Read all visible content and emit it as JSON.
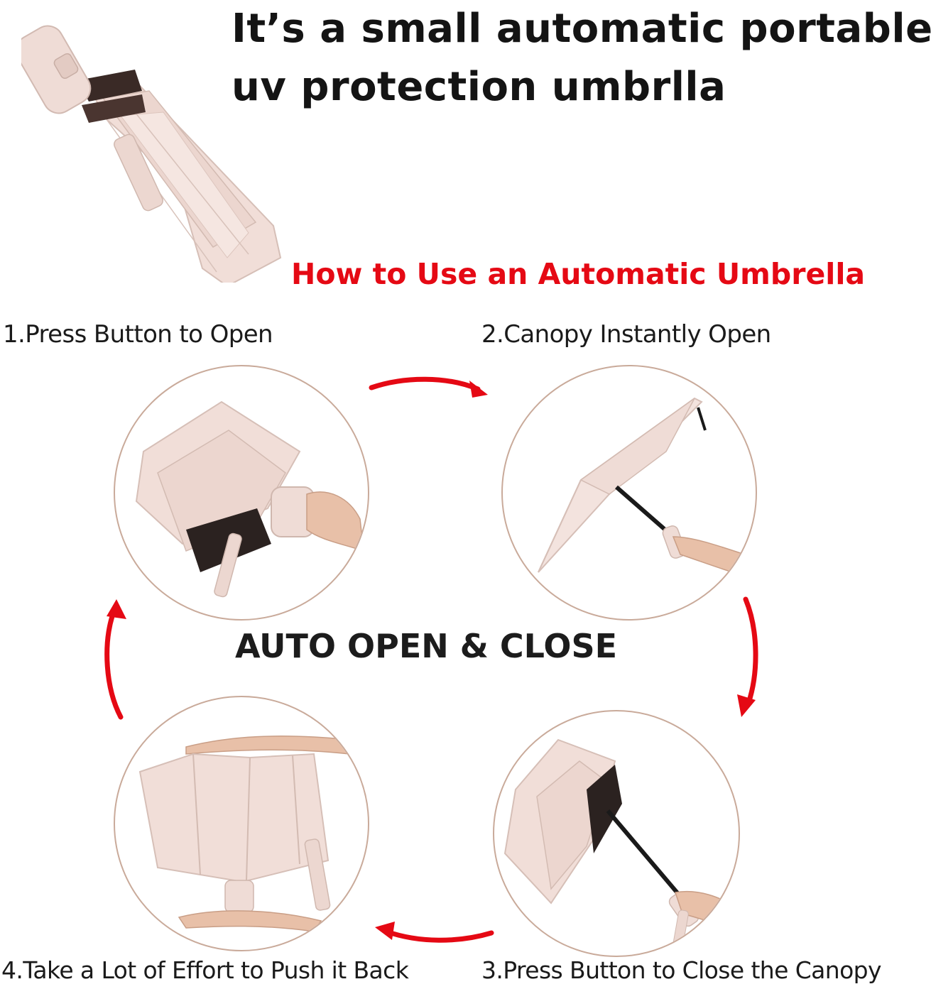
{
  "headline": {
    "line1": "It’s a small automatic portable",
    "line2": "uv protection umbrlla"
  },
  "how_to_title": "How to Use an Automatic Umbrella",
  "steps": {
    "step1": "1.Press Button to Open",
    "step2": "2.Canopy Instantly Open",
    "step3": "3.Press Button to Close the Canopy",
    "step4": "4.Take a Lot of Effort to Push it Back"
  },
  "center_title": "AUTO OPEN & CLOSE",
  "colors": {
    "accent_red": "#e50914",
    "canopy_pink": "#f3e2dd",
    "text_dark": "#141414"
  }
}
